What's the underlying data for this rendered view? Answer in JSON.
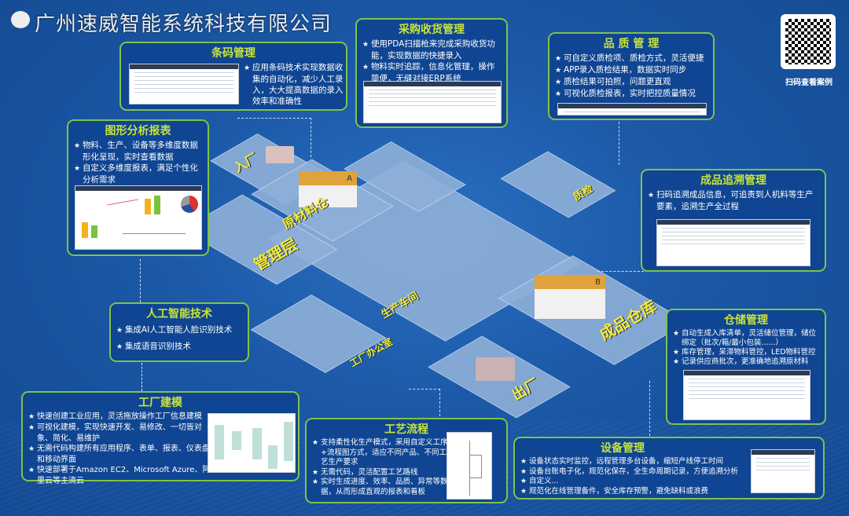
{
  "qr": {
    "caption": "扫码查看案例"
  },
  "modules": {
    "barcode": {
      "title": "条码管理",
      "items": [
        "应用条码技术实现数据收集的自动化，减少人工录入，大大提高数据的录入效率和准确性"
      ]
    },
    "purchase": {
      "title": "采购收货管理",
      "items": [
        "使用PDA扫描枪来完成采购收货功能，实现数据的快捷录入",
        "物料实时追踪，信息化管理，操作简便，无缝对接ERP系统"
      ]
    },
    "quality": {
      "title": "品 质 管 理",
      "items": [
        "可自定义质检项、质检方式，灵活便捷",
        "APP录入质检结果，数据实时同步",
        "质检结果可拍照，问题更直观",
        "可视化质检报表，实时把控质量情况"
      ]
    },
    "charts": {
      "title": "图形分析报表",
      "items": [
        "物料、生产、设备等多维度数据形化呈现，实时查看数据",
        "自定义多维度报表，满足个性化分析需求"
      ]
    },
    "trace": {
      "title": "成品追溯管理",
      "items": [
        "扫码追溯成品信息，可追责到人机料等生产要素，追溯生产全过程"
      ]
    },
    "ai": {
      "title": "人工智能技术",
      "items": [
        "集成AI人工智能人脸识别技术",
        "集成语音识别技术"
      ]
    },
    "warehouse": {
      "title": "仓储管理",
      "items": [
        "自动生成入库清单，灵活储位管理，储位绑定（批次/箱/最小包装......）",
        "库存管理，呆滞物料管控，LED物料管控",
        "记录供应商批次，更准确地追溯原材料"
      ]
    },
    "modeling": {
      "title": "工厂建模",
      "items": [
        "快速创建工业应用，灵活拖放操作工厂信息建模",
        "可视化建模，实现快速开发、易修改、一切皆对象、简化、易维护",
        "无需代码构建所有应用程序、表单、报表、仪表盘和移动界面",
        "快速部署于Amazon EC2、Microsoft Azure、阿里云等主流云"
      ]
    },
    "process": {
      "title": "工艺流程",
      "items": [
        "支持柔性化生产模式，采用自定义工序+流程图方式，适应不同产品、不同工艺生产要求",
        "无需代码，灵活配置工艺路线",
        "实时生成进度、效率、品质、异常等数据，从而形成直观的报表和看板"
      ]
    },
    "equipment": {
      "title": "设备管理",
      "items": [
        "设备状态实时监控，远程管理多台设备，缩短产线停工时间",
        "设备台账电子化，规范化保存，全生命周期记录，方便追溯分析",
        "自定义...",
        "规范化在线管理备件，安全库存预警，避免缺料或浪费"
      ]
    }
  },
  "map": {
    "entry": "入厂",
    "raw": "原材料仓",
    "mgmt": "管理层",
    "qc": "质检",
    "workshop": "生产车间",
    "office": "工厂办公室",
    "finished": "成品仓库",
    "exit": "出厂",
    "badge_a": "A",
    "badge_b": "B"
  },
  "watermark": "广州速威智能系统科技有限公司"
}
